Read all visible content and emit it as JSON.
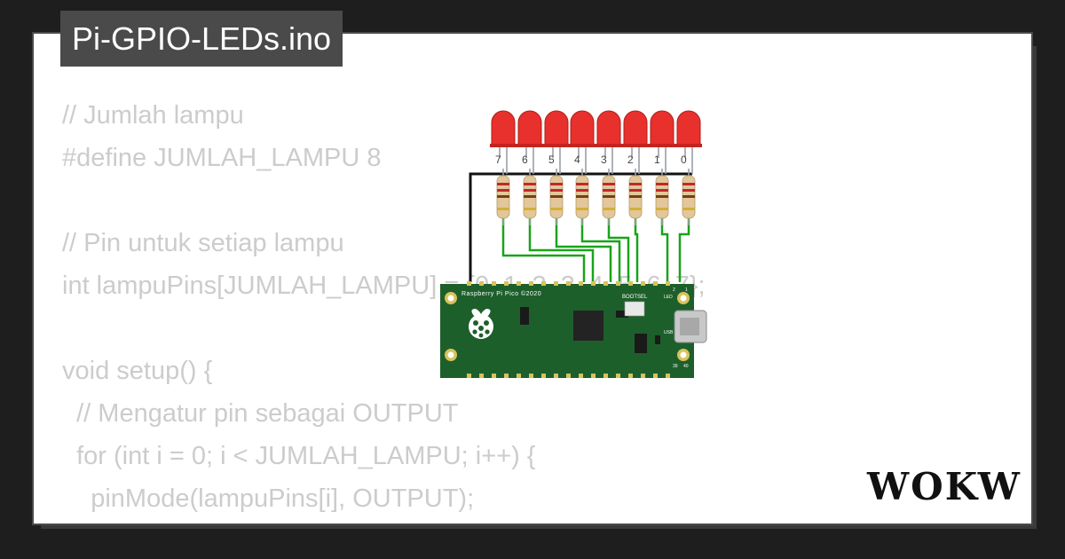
{
  "file": {
    "name": "Pi-GPIO-LEDs.ino"
  },
  "code_lines": [
    "// Jumlah lampu",
    "#define JUMLAH_LAMPU 8",
    "",
    "// Pin untuk setiap lampu",
    "int lampuPins[JUMLAH_LAMPU] = {0, 1, 2, 3, 4, 5, 6, 7};",
    "",
    "void setup() {",
    "  // Mengatur pin sebagai OUTPUT",
    "  for (int i = 0; i < JUMLAH_LAMPU; i++) {",
    "    pinMode(lampuPins[i], OUTPUT);",
    "  }"
  ],
  "diagram": {
    "led_labels": [
      "7",
      "6",
      "5",
      "4",
      "3",
      "2",
      "1",
      "0"
    ],
    "board_label": "Raspberry Pi Pico ©2020",
    "bootsel_label": "BOOTSEL",
    "led_text": "LED",
    "usb_text": "USB",
    "pin_2": "2",
    "pin_1": "1",
    "pin_39": "39",
    "pin_40": "40"
  },
  "logo": {
    "text": "WOKWi"
  },
  "colors": {
    "background": "#1e1e1e",
    "card": "#ffffff",
    "badge": "#4a4a4a",
    "code_text": "#cccccc",
    "board_green": "#1d5f2b",
    "wire_green": "#1aa31a",
    "led_red": "#e8302c"
  }
}
